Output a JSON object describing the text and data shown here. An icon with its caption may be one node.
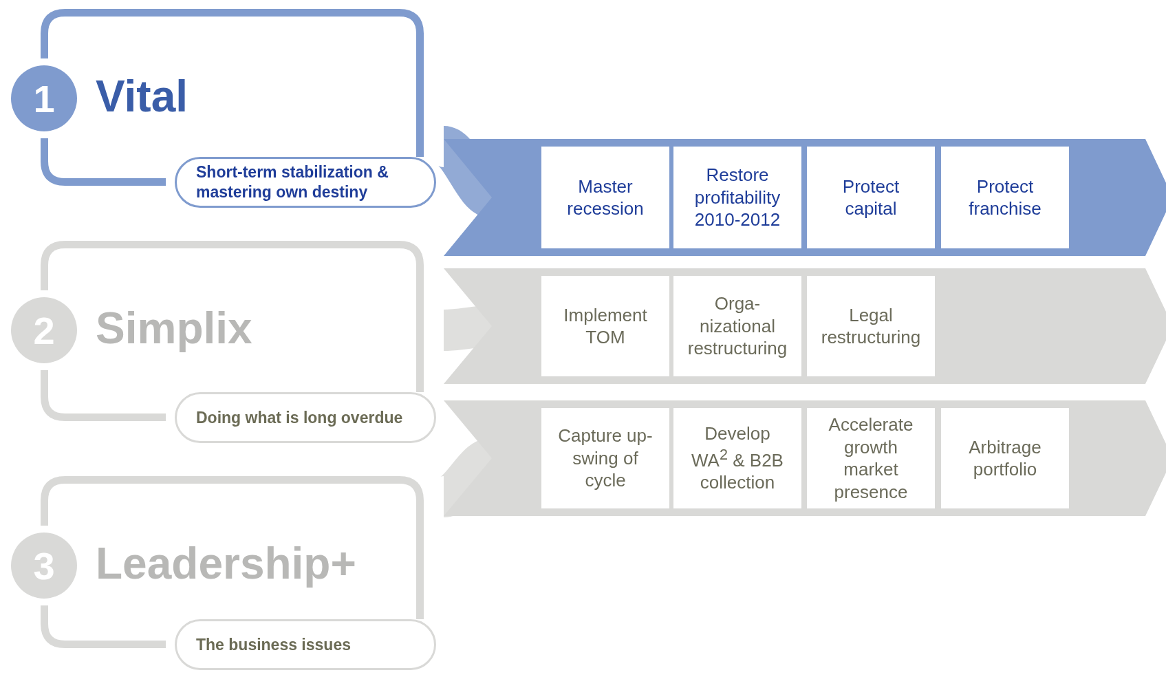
{
  "diagram": {
    "nodes": [
      {
        "text": [
          "1",
          "Vital",
          "Short-term stabilization & mastering own destiny"
        ]
      },
      {
        "text": [
          "2",
          "Simplix",
          "Doing what is long overdue"
        ]
      },
      {
        "text": [
          "3",
          "Leadership+",
          "The business issues"
        ]
      },
      {
        "text": [],
        "shape": "band"
      },
      {
        "text": [
          "Master recession"
        ],
        "in": 3
      },
      {
        "text": [
          "Restore profitability 2010-2012"
        ],
        "in": 3
      },
      {
        "text": [
          "Protect capital"
        ],
        "in": 3
      },
      {
        "text": [
          "Protect franchise"
        ],
        "in": 3
      },
      {
        "text": [],
        "shape": "band"
      },
      {
        "text": [
          "Implement TOM"
        ],
        "in": 8
      },
      {
        "text": [
          "Orga-nizational restructuring"
        ],
        "in": 8
      },
      {
        "text": [
          "Legal restructuring"
        ],
        "in": 8
      },
      {
        "text": [],
        "shape": "band"
      },
      {
        "text": [
          "Capture up-swing of cycle"
        ],
        "in": 12
      },
      {
        "text": [
          "Develop WA$^{2}$ & B2B collection"
        ],
        "in": 12
      },
      {
        "text": [
          "Accelerate growth market presence"
        ],
        "in": 12
      },
      {
        "text": [
          "Arbitrage portfolio"
        ],
        "in": 12
      }
    ],
    "edges": [
      {
        "from": 0,
        "to": 3,
        "arrow": "none",
        "color": "#7f9bce"
      },
      {
        "from": 1,
        "to": 8,
        "arrow": "none"
      },
      {
        "from": 2,
        "to": 12,
        "arrow": "none"
      }
    ]
  }
}
